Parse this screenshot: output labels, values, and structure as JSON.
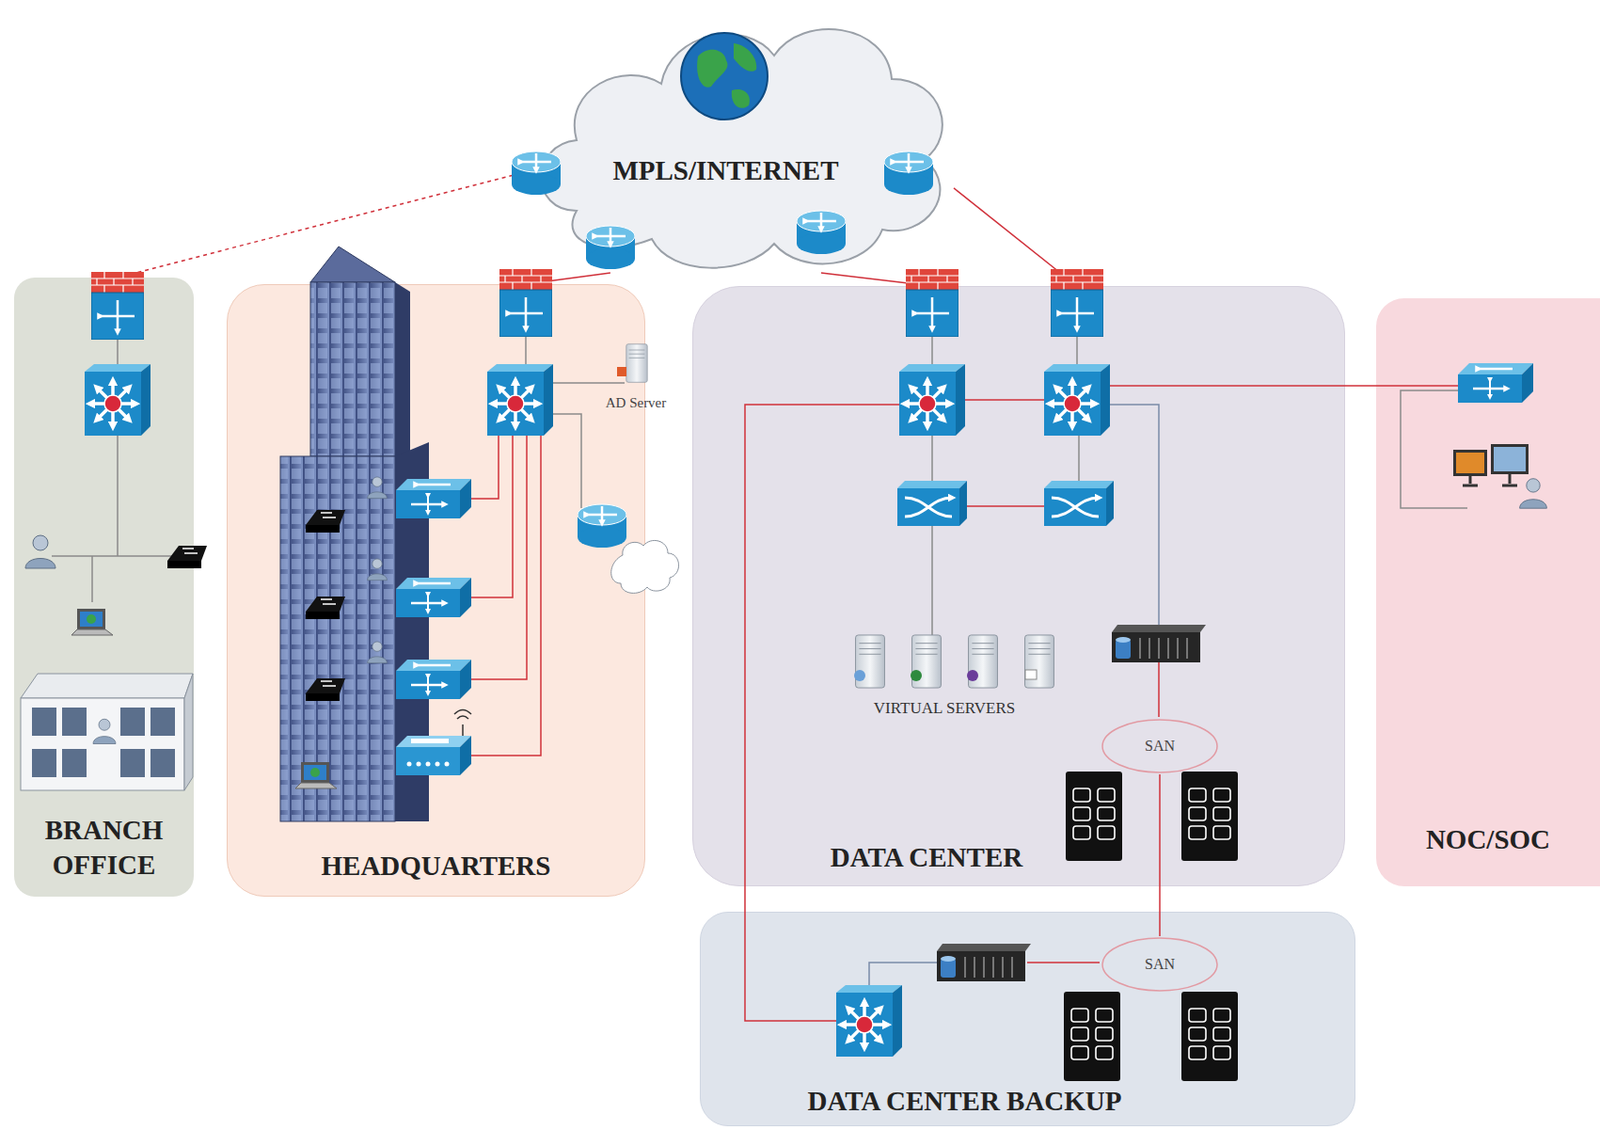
{
  "diagram": {
    "nodes": [
      {
        "text": [
          "MPLS/INTERNET"
        ]
      },
      {
        "text": [
          "BRANCH OFFICE"
        ]
      },
      {
        "text": [
          "HEADQUARTERS"
        ]
      },
      {
        "text": [
          "DATA CENTER"
        ]
      },
      {
        "text": [
          "SAN"
        ],
        "in": 3
      },
      {
        "text": [
          "NOC/SOC"
        ]
      },
      {
        "text": [
          "DATA CENTER BACKUP"
        ]
      },
      {
        "text": [
          "SAN"
        ],
        "in": 6
      }
    ],
    "edges": [
      {
        "from": 0,
        "to": 1,
        "arrow": "none"
      },
      {
        "from": 0,
        "to": 2,
        "arrow": "none"
      },
      {
        "from": 0,
        "to": 3,
        "arrow": "none"
      },
      {
        "from": 0,
        "to": 3,
        "arrow": "none"
      },
      {
        "from": 4,
        "to": 7,
        "arrow": "none"
      }
    ],
    "labels": [
      "AD Server",
      "VIRTUAL SERVERS"
    ]
  }
}
